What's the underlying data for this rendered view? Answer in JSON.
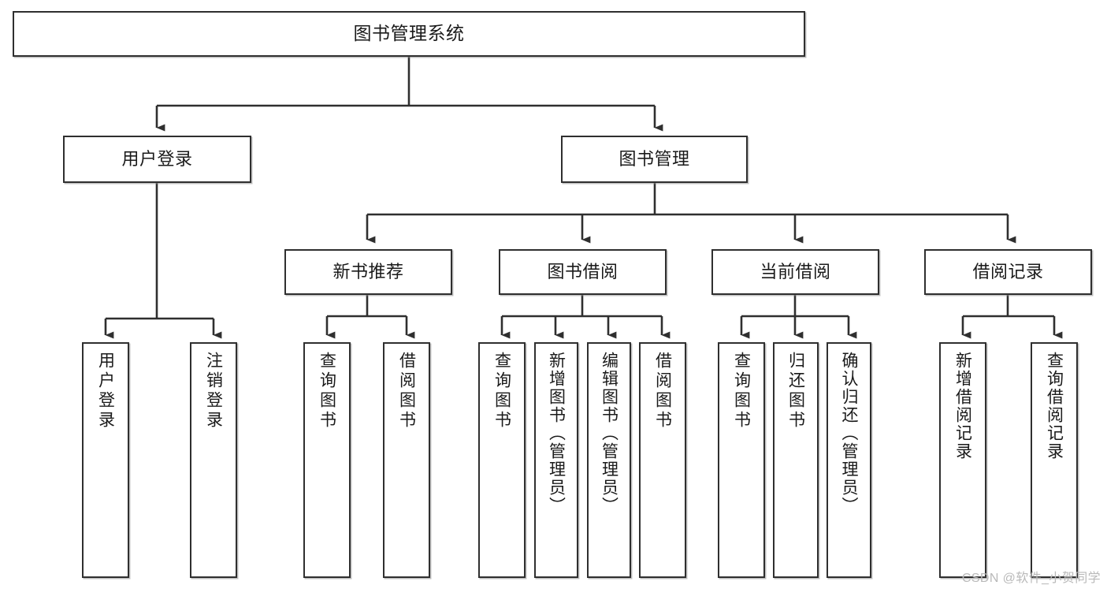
{
  "diagram": {
    "title": "图书管理系统",
    "type": "hierarchy-tree",
    "watermark": "CSDN @软件_小贺同学",
    "colors": {
      "box_border": "#2f2f2f",
      "box_fill": "#ffffff",
      "edge": "#2f2f2f",
      "text": "#1a1a1a",
      "watermark": "#b9b9b9",
      "background": "#ffffff"
    },
    "nodes": {
      "root": {
        "label": "图书管理系统"
      },
      "level1": [
        {
          "id": "user-login",
          "label": "用户登录"
        },
        {
          "id": "book-manage",
          "label": "图书管理"
        }
      ],
      "level2": [
        {
          "id": "new-book-recommend",
          "label": "新书推荐"
        },
        {
          "id": "book-borrow",
          "label": "图书借阅"
        },
        {
          "id": "current-borrow",
          "label": "当前借阅"
        },
        {
          "id": "borrow-record",
          "label": "借阅记录"
        }
      ],
      "leaves": [
        {
          "id": "leaf-user-login",
          "parent": "user-login",
          "label": "用户登录"
        },
        {
          "id": "leaf-logout-login",
          "parent": "user-login",
          "label": "注销登录"
        },
        {
          "id": "leaf-query-book-1",
          "parent": "new-book-recommend",
          "label": "查询图书"
        },
        {
          "id": "leaf-borrow-book-1",
          "parent": "new-book-recommend",
          "label": "借阅图书"
        },
        {
          "id": "leaf-query-book-2",
          "parent": "book-borrow",
          "label": "查询图书"
        },
        {
          "id": "leaf-add-book",
          "parent": "book-borrow",
          "label": "新增图书（管理员）"
        },
        {
          "id": "leaf-edit-book",
          "parent": "book-borrow",
          "label": "编辑图书（管理员）"
        },
        {
          "id": "leaf-borrow-book-2",
          "parent": "book-borrow",
          "label": "借阅图书"
        },
        {
          "id": "leaf-query-book-3",
          "parent": "current-borrow",
          "label": "查询图书"
        },
        {
          "id": "leaf-return-book",
          "parent": "current-borrow",
          "label": "归还图书"
        },
        {
          "id": "leaf-confirm-return",
          "parent": "current-borrow",
          "label": "确认归还（管理员）"
        },
        {
          "id": "leaf-add-record",
          "parent": "borrow-record",
          "label": "新增借阅记录"
        },
        {
          "id": "leaf-query-record",
          "parent": "borrow-record",
          "label": "查询借阅记录"
        }
      ]
    }
  }
}
